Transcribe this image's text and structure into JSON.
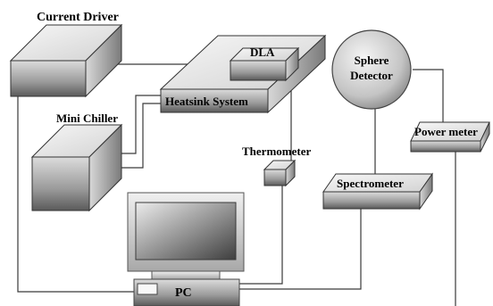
{
  "diagram": {
    "labels": {
      "current_driver": "Current Driver",
      "dla": "DLA",
      "heatsink_system": "Heatsink System",
      "mini_chiller": "Mini Chiller",
      "sphere_detector_line1": "Sphere",
      "sphere_detector_line2": "Detector",
      "thermometer": "Thermometer",
      "power_meter": "Power meter",
      "spectrometer": "Spectrometer",
      "pc": "PC"
    },
    "colors": {
      "box_light": "#f4f4f4",
      "box_mid": "#c8c8c8",
      "box_dark": "#5e5e5e",
      "outline": "#333333",
      "wire": "#3a3a3a",
      "screen_light": "#e6e6e6",
      "screen_dark": "#4a4a4a"
    }
  }
}
